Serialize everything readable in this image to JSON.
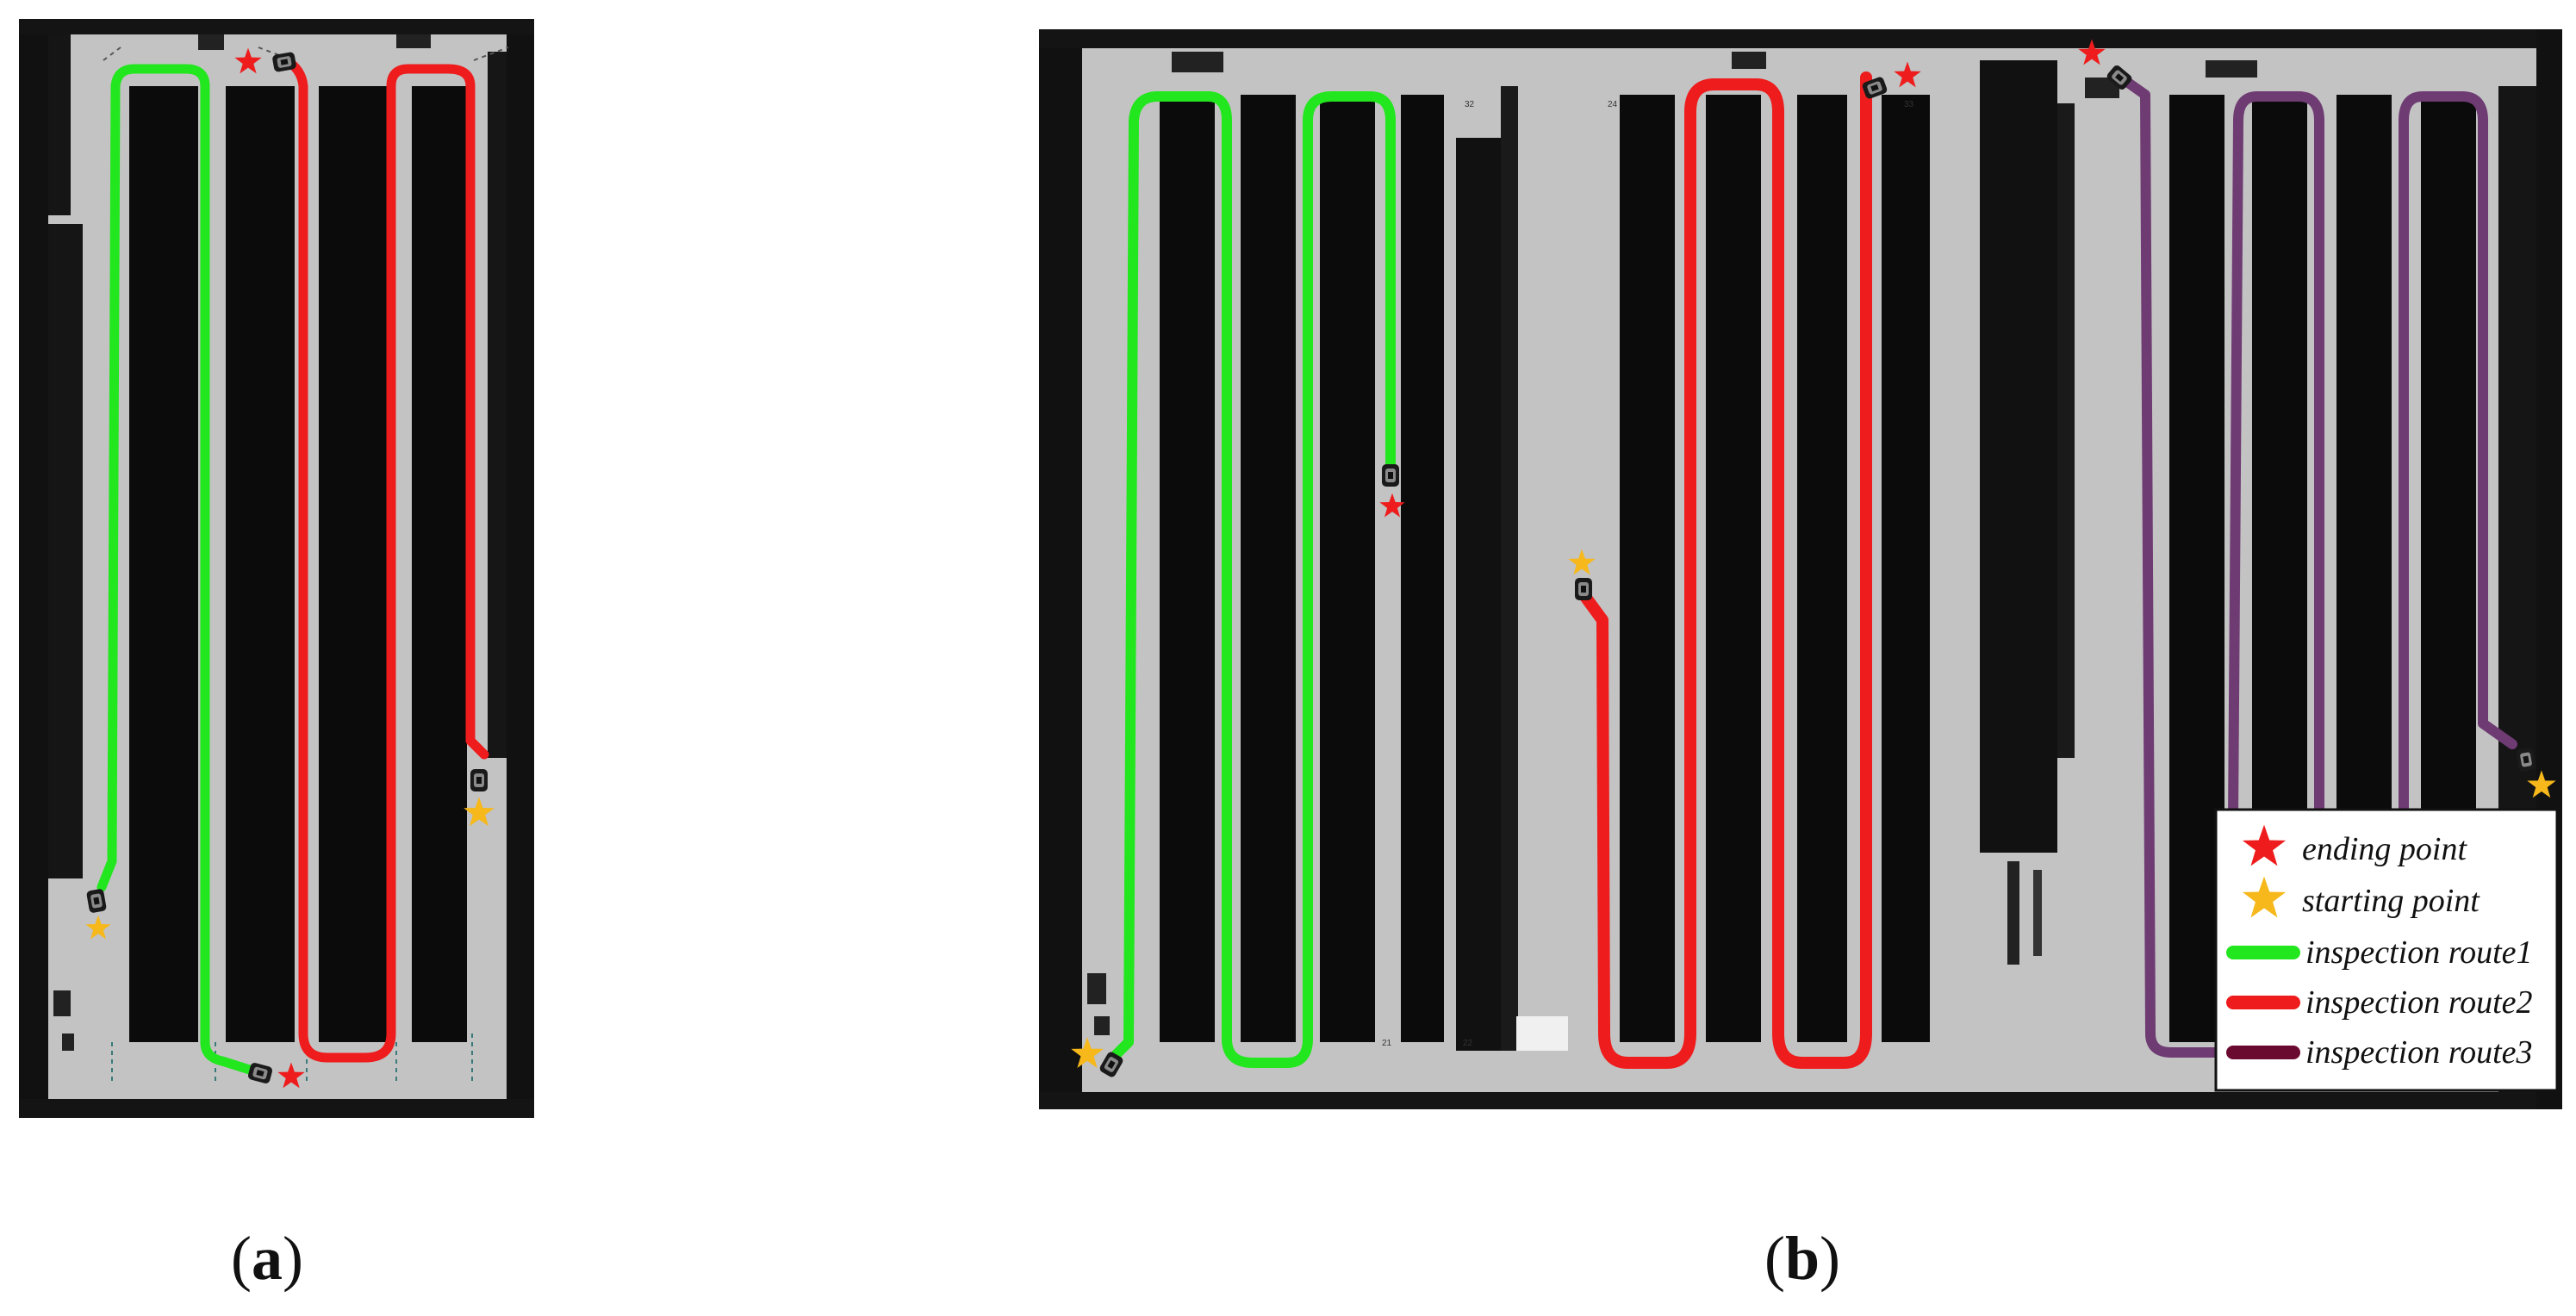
{
  "panels": [
    {
      "label_open": "(",
      "letter": "a",
      "label_close": ")"
    },
    {
      "label_open": "(",
      "letter": "b",
      "label_close": ")"
    }
  ],
  "legend": {
    "items": [
      {
        "text": "ending point",
        "marker": "star-icon",
        "color": "#ee1c1c"
      },
      {
        "text": "starting point",
        "marker": "star-icon",
        "color": "#f6b81a"
      },
      {
        "text": "inspection route1",
        "marker": "line",
        "color": "#22e61e"
      },
      {
        "text": "inspection route2",
        "marker": "line",
        "color": "#ee1c1c"
      },
      {
        "text": "inspection route3",
        "marker": "line",
        "color": "#6b0a30"
      }
    ]
  },
  "colors": {
    "floor": "#c3c3c3",
    "shelf": "#0b0b0b",
    "route1": "#22e61e",
    "route2": "#ee1c1c",
    "route3": "#6e3b73",
    "start_star": "#f6b81a",
    "end_star": "#ee1c1c"
  },
  "map_labels": [
    "24",
    "33",
    "22",
    "21",
    "32"
  ]
}
